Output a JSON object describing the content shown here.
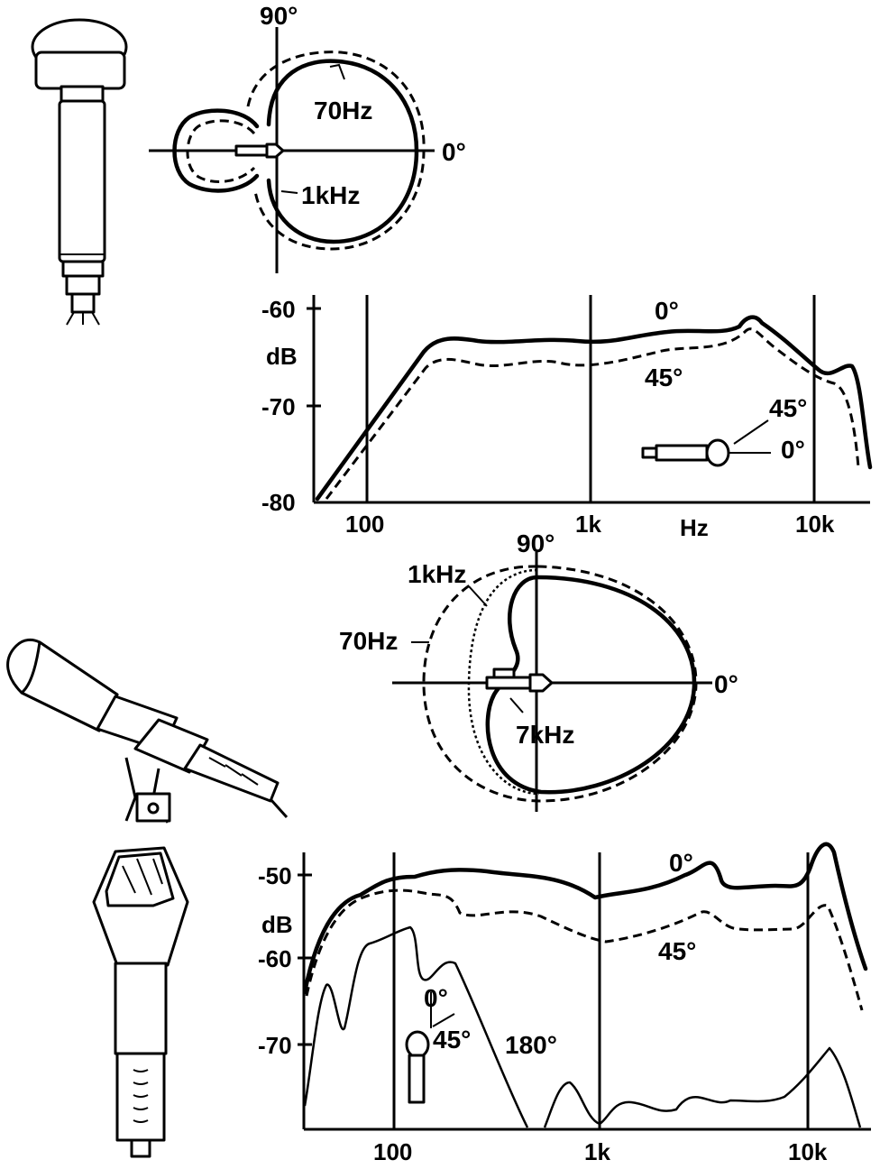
{
  "diagram_top": {
    "polar": {
      "angle_90": "90°",
      "angle_0": "0°",
      "labels": [
        "70Hz",
        "1kHz"
      ]
    },
    "response": {
      "y_ticks": [
        "-60",
        "-70",
        "-80"
      ],
      "y_unit": "dB",
      "x_ticks": [
        "100",
        "1k",
        "10k"
      ],
      "x_unit": "Hz",
      "curve_labels": [
        "0°",
        "45°"
      ],
      "inset_labels": [
        "45°",
        "0°"
      ]
    }
  },
  "diagram_bottom": {
    "polar": {
      "angle_90": "90°",
      "angle_0": "0°",
      "labels": [
        "1kHz",
        "70Hz",
        "7kHz"
      ]
    },
    "response": {
      "y_ticks": [
        "-50",
        "-60",
        "-70"
      ],
      "y_unit": "dB",
      "x_ticks": [
        "100",
        "1k",
        "10k"
      ],
      "curve_labels": [
        "0°",
        "45°",
        "180°"
      ],
      "inset_labels": [
        "0°",
        "45°"
      ]
    }
  }
}
